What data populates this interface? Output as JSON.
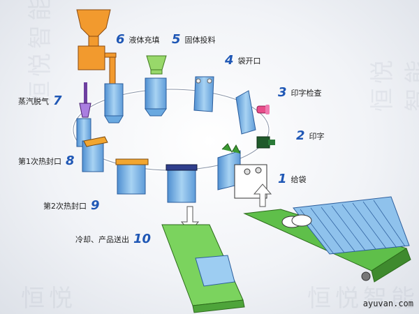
{
  "steps": [
    {
      "num": "1",
      "text": "给袋"
    },
    {
      "num": "2",
      "text": "印字"
    },
    {
      "num": "3",
      "text": "印字检查"
    },
    {
      "num": "4",
      "text": "袋开口"
    },
    {
      "num": "5",
      "text": "固体投料"
    },
    {
      "num": "6",
      "text": "液体充填"
    },
    {
      "num": "7",
      "text": "蒸汽脱气"
    },
    {
      "num": "8",
      "text": "第1次热封口"
    },
    {
      "num": "9",
      "text": "第2次热封口"
    },
    {
      "num": "10",
      "text": "冷却、产品送出"
    }
  ],
  "watermark": [
    "恒悦智能",
    "恒悦智能",
    "恒悦",
    "恒悦智能"
  ],
  "footer": "ayuvan.com",
  "colors": {
    "accent": "#1f57b5",
    "conveyor_green": "#5fbf4a",
    "bag_blue": "#7fb8e6",
    "hopper_orange": "#f28a1e"
  }
}
